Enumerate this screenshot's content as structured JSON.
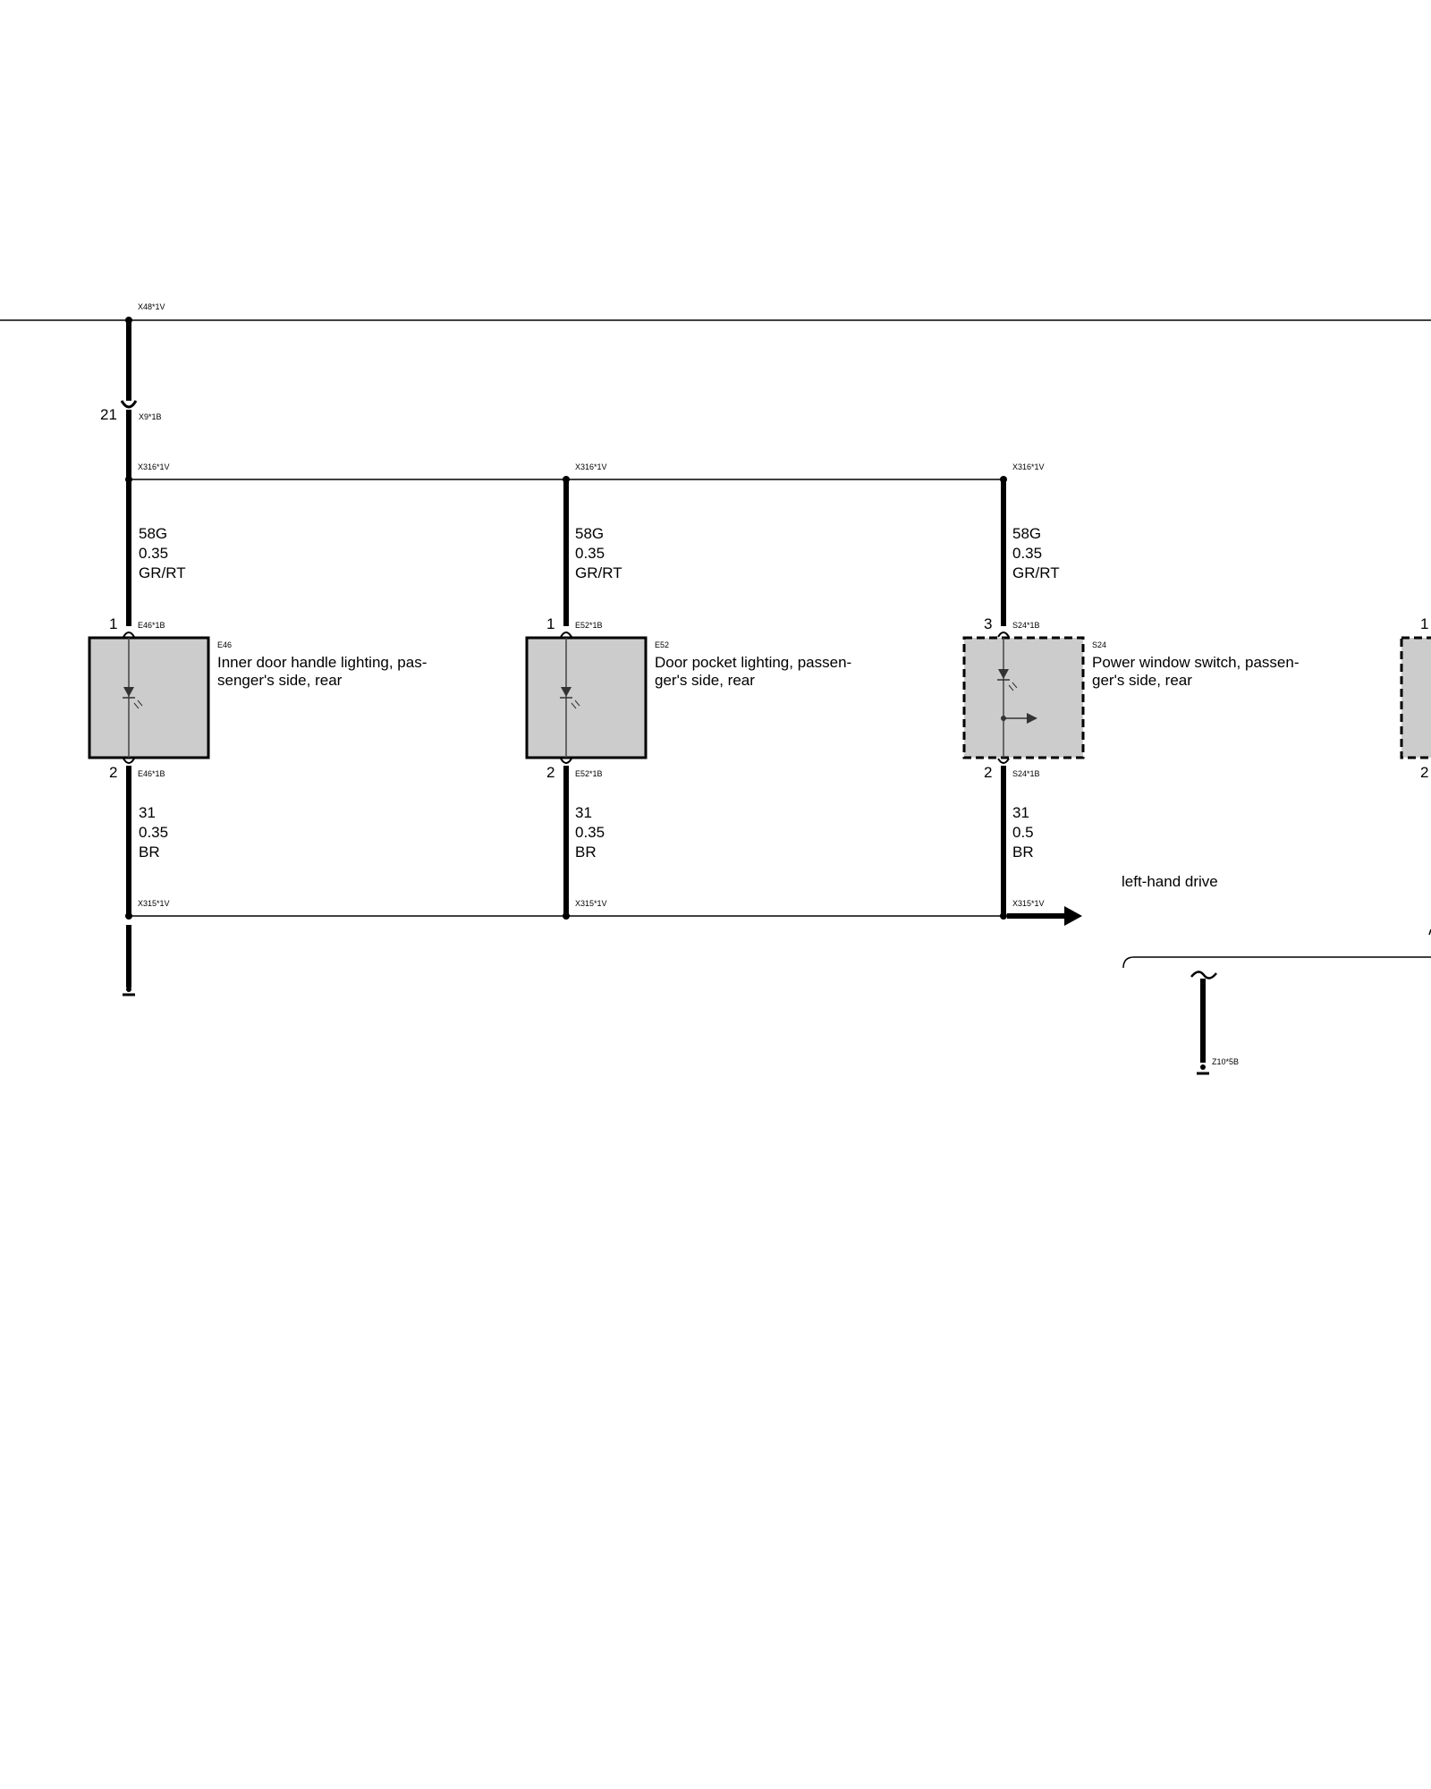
{
  "connectors": {
    "x48": "X48*1V",
    "x9": "X9*1B",
    "x316": "X316*1V",
    "x315": "X315*1V",
    "z10": "Z10*5B"
  },
  "pin_21": "21",
  "components": [
    {
      "id": "E46",
      "connector_top": "E46*1B",
      "connector_bottom": "E46*1B",
      "pin_top": "1",
      "pin_bottom": "2",
      "desc": [
        "Inner door handle lighting, pas-",
        "senger's side, rear"
      ],
      "wire_top": [
        "58G",
        "0.35",
        "GR/RT"
      ],
      "wire_bottom": [
        "31",
        "0.35",
        "BR"
      ],
      "style": "solid"
    },
    {
      "id": "E52",
      "connector_top": "E52*1B",
      "connector_bottom": "E52*1B",
      "pin_top": "1",
      "pin_bottom": "2",
      "desc": [
        "Door pocket lighting, passen-",
        "ger's side, rear"
      ],
      "wire_top": [
        "58G",
        "0.35",
        "GR/RT"
      ],
      "wire_bottom": [
        "31",
        "0.35",
        "BR"
      ],
      "style": "solid"
    },
    {
      "id": "S24",
      "connector_top": "S24*1B",
      "connector_bottom": "S24*1B",
      "pin_top": "3",
      "pin_bottom": "2",
      "desc": [
        "Power window switch, passen-",
        "ger's side, rear"
      ],
      "wire_top": [
        "58G",
        "0.35",
        "GR/RT"
      ],
      "wire_bottom": [
        "31",
        "0.5",
        "BR"
      ],
      "style": "dashed"
    }
  ],
  "partial_component": {
    "pin_top": "1",
    "pin_bottom": "2"
  },
  "note": "left-hand drive",
  "colors": {
    "component_fill": "#cccccc",
    "line": "#000000"
  }
}
